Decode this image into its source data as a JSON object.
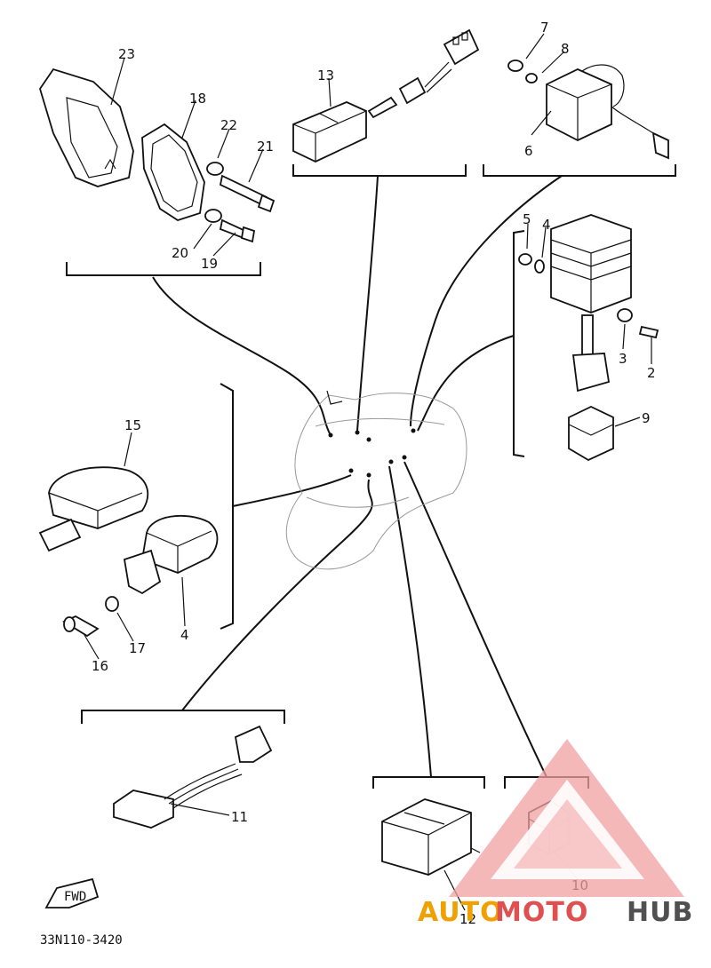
{
  "callouts": [
    "23",
    "18",
    "22",
    "21",
    "20",
    "19",
    "13",
    "7",
    "8",
    "6",
    "5",
    "4",
    "3",
    "2",
    "9",
    "15",
    "17",
    "16",
    "4",
    "11",
    "12",
    "10"
  ],
  "fwd_label": "FWD",
  "drawing_code": "33N110-3420",
  "watermark": {
    "part1": "AUTO",
    "part2": "MOTO",
    "part3": "HUB",
    "color_auto": "#f0a000",
    "color_moto": "#e05050",
    "color_hub": "#505050"
  }
}
